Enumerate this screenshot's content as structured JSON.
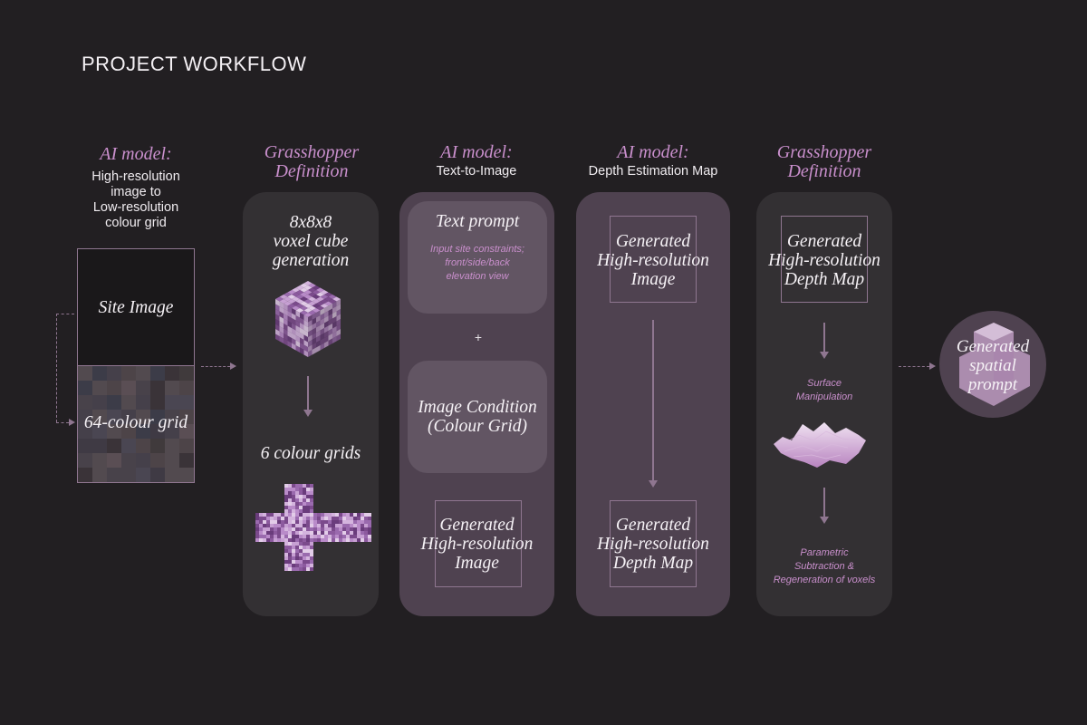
{
  "title": "PROJECT WORKFLOW",
  "col1": {
    "heading": "AI model:",
    "subtitle_lines": [
      "High-resolution",
      "image to",
      "Low-resolution",
      "colour grid"
    ],
    "site_image_label": "Site Image",
    "grid_label": "64-colour grid"
  },
  "col2": {
    "heading_lines": [
      "Grasshopper",
      "Definition"
    ],
    "step1_lines": [
      "8x8x8",
      "voxel cube",
      "generation"
    ],
    "step2_label": "6 colour grids"
  },
  "col3": {
    "heading": "AI model:",
    "subtitle": "Text-to-Image",
    "prompt_title": "Text prompt",
    "prompt_desc_lines": [
      "Input site constraints;",
      "front/side/back",
      "elevation view"
    ],
    "plus": "+",
    "condition_lines": [
      "Image Condition",
      "(Colour Grid)"
    ],
    "output_lines": [
      "Generated",
      "High-resolution",
      "Image"
    ]
  },
  "col4": {
    "heading": "AI model:",
    "subtitle": "Depth Estimation Map",
    "input_lines": [
      "Generated",
      "High-resolution",
      "Image"
    ],
    "output_lines": [
      "Generated",
      "High-resolution",
      "Depth Map"
    ]
  },
  "col5": {
    "heading_lines": [
      "Grasshopper",
      "Definition"
    ],
    "input_lines": [
      "Generated",
      "High-resolution",
      "Depth Map"
    ],
    "step1_lines": [
      "Surface",
      "Manipulation"
    ],
    "step2_lines": [
      "Parametric",
      "Subtraction &",
      "Regeneration of voxels"
    ]
  },
  "result": {
    "lines": [
      "Generated",
      "spatial",
      "prompt"
    ]
  },
  "colors": {
    "background": "#221f22",
    "accent": "#c98fcc",
    "panel_dark": "#333033",
    "panel_mauve": "#4f4250",
    "subpanel": "#625563",
    "line": "#8f7690"
  }
}
